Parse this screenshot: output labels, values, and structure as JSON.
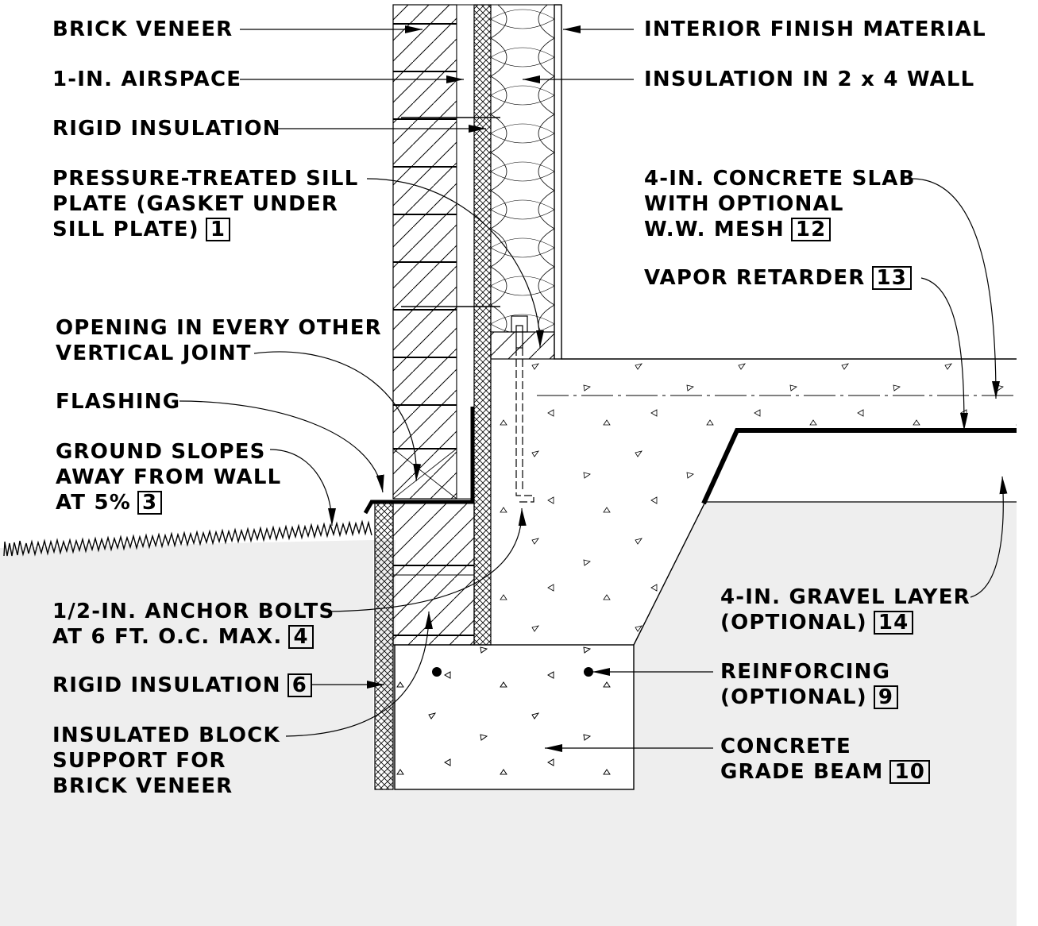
{
  "colors": {
    "ink": "#000000",
    "soil": "#eeeeee",
    "paper": "#ffffff"
  },
  "labels": {
    "brick_veneer": "BRICK VENEER",
    "airspace": "1-IN. AIRSPACE",
    "rigid_insulation_top": "RIGID INSULATION",
    "sill_plate_line1": "PRESSURE-TREATED SILL",
    "sill_plate_line2": "PLATE (GASKET UNDER",
    "sill_plate_line3": "SILL PLATE)",
    "sill_plate_ref": "1",
    "opening_line1": "OPENING IN EVERY OTHER",
    "opening_line2": "VERTICAL JOINT",
    "flashing": "FLASHING",
    "ground_line1": "GROUND SLOPES",
    "ground_line2": "AWAY FROM WALL",
    "ground_line3": "AT 5%",
    "ground_ref": "3",
    "anchor_line1": "1/2-IN. ANCHOR BOLTS",
    "anchor_line2": "AT 6 FT. O.C. MAX.",
    "anchor_ref": "4",
    "rigid_insulation_bottom": "RIGID INSULATION",
    "rigid_insulation_bottom_ref": "6",
    "block_line1": "INSULATED BLOCK",
    "block_line2": "SUPPORT FOR",
    "block_line3": "BRICK VENEER",
    "interior_finish": "INTERIOR FINISH MATERIAL",
    "wall_insulation": "INSULATION IN 2 x 4 WALL",
    "slab_line1": "4-IN. CONCRETE SLAB",
    "slab_line2": "WITH OPTIONAL",
    "slab_line3": "W.W. MESH",
    "slab_ref": "12",
    "vapor": "VAPOR RETARDER",
    "vapor_ref": "13",
    "gravel_line1": "4-IN. GRAVEL LAYER",
    "gravel_line2": "(OPTIONAL)",
    "gravel_ref": "14",
    "reinforcing_line1": "REINFORCING",
    "reinforcing_line2": "(OPTIONAL)",
    "reinforcing_ref": "9",
    "beam_line1": "CONCRETE",
    "beam_line2": "GRADE BEAM",
    "beam_ref": "10"
  }
}
